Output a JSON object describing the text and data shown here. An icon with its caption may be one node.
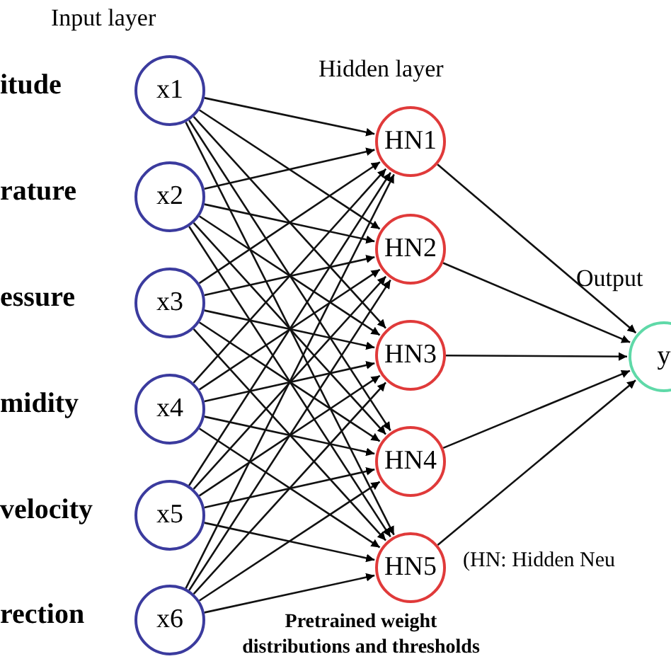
{
  "diagram": {
    "nodes": [
      {
        "text": [
          "x1"
        ]
      },
      {
        "text": [
          "x2"
        ]
      },
      {
        "text": [
          "x3"
        ]
      },
      {
        "text": [
          "x4"
        ]
      },
      {
        "text": [
          "x5"
        ]
      },
      {
        "text": [
          "x6"
        ]
      },
      {
        "text": [
          "HN1"
        ]
      },
      {
        "text": [
          "HN2"
        ]
      },
      {
        "text": [
          "HN3"
        ]
      },
      {
        "text": [
          "HN4"
        ]
      },
      {
        "text": [
          "HN5"
        ]
      },
      {
        "text": [
          "y"
        ]
      }
    ],
    "edges": [
      {
        "from": 0,
        "to": 6,
        "arrow": "to"
      },
      {
        "from": 0,
        "to": 7,
        "arrow": "to"
      },
      {
        "from": 0,
        "to": 8,
        "arrow": "to"
      },
      {
        "from": 0,
        "to": 9,
        "arrow": "to"
      },
      {
        "from": 0,
        "to": 10,
        "arrow": "to"
      },
      {
        "from": 1,
        "to": 6,
        "arrow": "to"
      },
      {
        "from": 1,
        "to": 7,
        "arrow": "to"
      },
      {
        "from": 1,
        "to": 8,
        "arrow": "to"
      },
      {
        "from": 1,
        "to": 9,
        "arrow": "to"
      },
      {
        "from": 1,
        "to": 10,
        "arrow": "to"
      },
      {
        "from": 2,
        "to": 6,
        "arrow": "to"
      },
      {
        "from": 2,
        "to": 7,
        "arrow": "to"
      },
      {
        "from": 2,
        "to": 8,
        "arrow": "to"
      },
      {
        "from": 2,
        "to": 9,
        "arrow": "to"
      },
      {
        "from": 2,
        "to": 10,
        "arrow": "to"
      },
      {
        "from": 3,
        "to": 6,
        "arrow": "to"
      },
      {
        "from": 3,
        "to": 7,
        "arrow": "to"
      },
      {
        "from": 3,
        "to": 8,
        "arrow": "to"
      },
      {
        "from": 3,
        "to": 9,
        "arrow": "to"
      },
      {
        "from": 3,
        "to": 10,
        "arrow": "to"
      },
      {
        "from": 4,
        "to": 6,
        "arrow": "to"
      },
      {
        "from": 4,
        "to": 7,
        "arrow": "to"
      },
      {
        "from": 4,
        "to": 8,
        "arrow": "to"
      },
      {
        "from": 4,
        "to": 9,
        "arrow": "to"
      },
      {
        "from": 4,
        "to": 10,
        "arrow": "to"
      },
      {
        "from": 5,
        "to": 6,
        "arrow": "to"
      },
      {
        "from": 5,
        "to": 7,
        "arrow": "to"
      },
      {
        "from": 5,
        "to": 8,
        "arrow": "to"
      },
      {
        "from": 5,
        "to": 9,
        "arrow": "to"
      },
      {
        "from": 5,
        "to": 10,
        "arrow": "to"
      },
      {
        "from": 6,
        "to": 11,
        "arrow": "to"
      },
      {
        "from": 7,
        "to": 11,
        "arrow": "to"
      },
      {
        "from": 8,
        "to": 11,
        "arrow": "to"
      },
      {
        "from": 9,
        "to": 11,
        "arrow": "to"
      },
      {
        "from": 10,
        "to": 11,
        "arrow": "to"
      }
    ],
    "labels": [
      "Input layer",
      "itude",
      "Hidden layer",
      "rature",
      "Output",
      "essure",
      "midity",
      "velocity",
      "(HN: Hidden Neu",
      "rection",
      "Pretrained weight distributions and thresholds"
    ]
  }
}
